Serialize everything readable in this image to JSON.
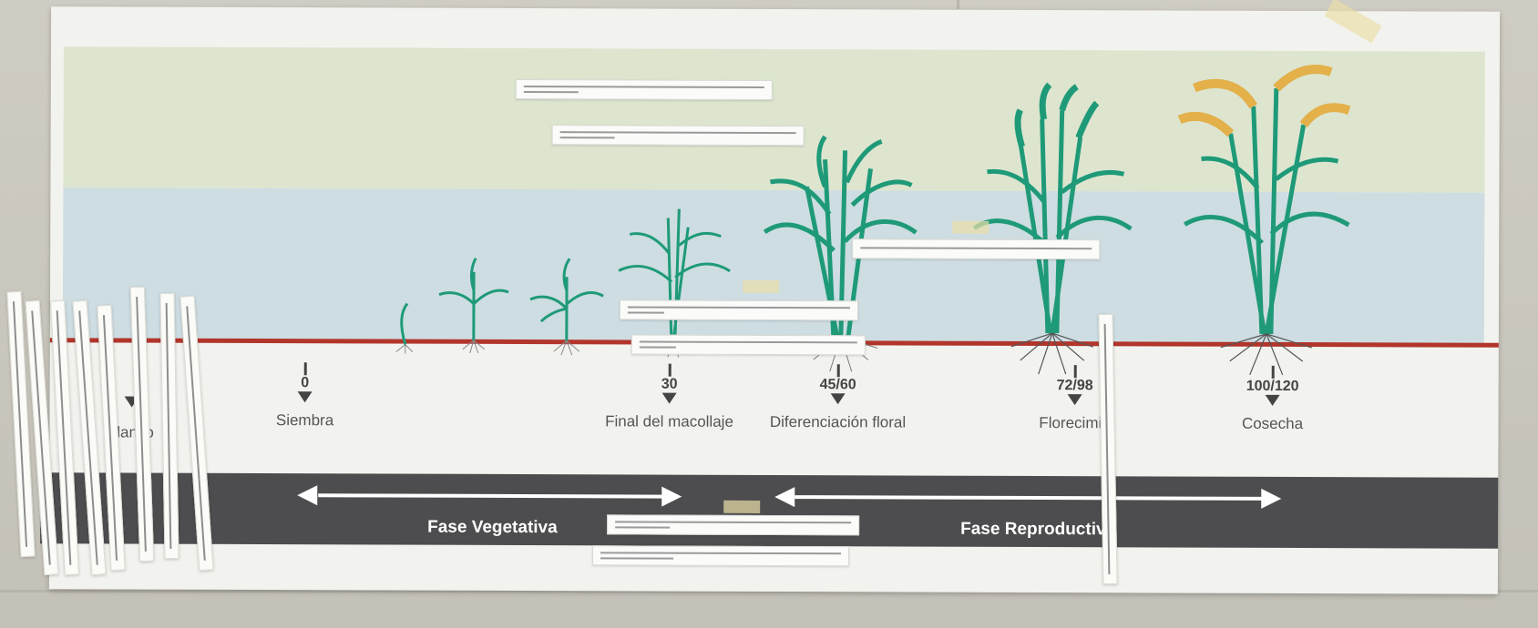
{
  "poster": {
    "stages": [
      {
        "day": "0",
        "label": "Siembra"
      },
      {
        "day": "30",
        "label": "Final del macollaje"
      },
      {
        "day": "45/60",
        "label": "Diferenciación floral"
      },
      {
        "day": "72/98",
        "label": "Florecimie"
      },
      {
        "day": "100/120",
        "label": "Cosecha"
      }
    ],
    "partial_label_left": "ilan io",
    "phases": {
      "vegetative": "Fase Vegetativa",
      "reproductive": "Fase Reproductiva"
    }
  },
  "colors": {
    "plant_green": "#1f9a78",
    "ground_line": "#b2352b",
    "grain_gold": "#e3b04a",
    "phase_bar": "#4d4d4f"
  }
}
